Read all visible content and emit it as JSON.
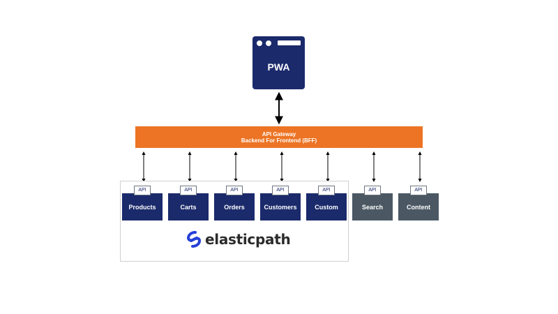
{
  "pwa": {
    "label": "PWA"
  },
  "gateway": {
    "line1": "API Gateway",
    "line2": "Backend For Frontend (BFF)"
  },
  "services": [
    {
      "label": "Products",
      "api": "API",
      "group": "elasticpath"
    },
    {
      "label": "Carts",
      "api": "API",
      "group": "elasticpath"
    },
    {
      "label": "Orders",
      "api": "API",
      "group": "elasticpath"
    },
    {
      "label": "Customers",
      "api": "API",
      "group": "elasticpath"
    },
    {
      "label": "Custom",
      "api": "API",
      "group": "elasticpath"
    },
    {
      "label": "Search",
      "api": "API",
      "group": "external"
    },
    {
      "label": "Content",
      "api": "API",
      "group": "external"
    }
  ],
  "logo": {
    "text": "elasticpath",
    "icon": "elasticpath-logo-icon"
  },
  "colors": {
    "navy": "#1b2a6b",
    "orange": "#ec7424",
    "slate": "#4b5864",
    "logo_blue": "#2440d8"
  }
}
